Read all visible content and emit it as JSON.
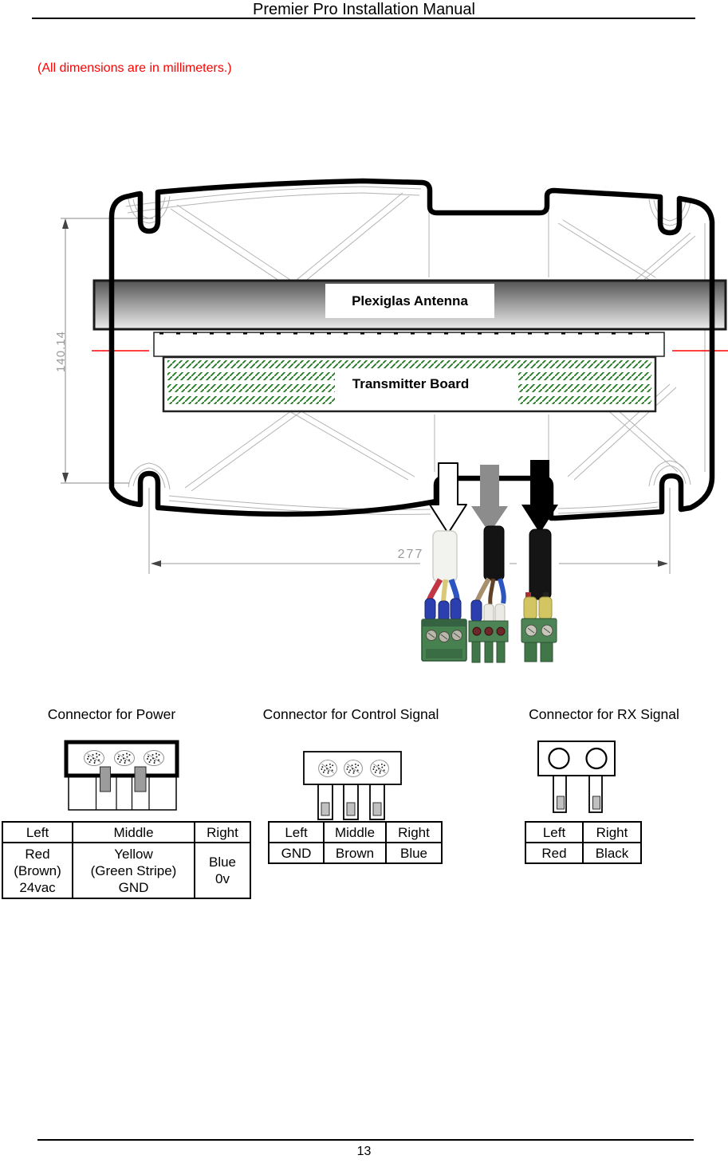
{
  "document": {
    "title": "Premier Pro Installation Manual",
    "note": "(All dimensions are in millimeters.)",
    "page_number": "13"
  },
  "diagram": {
    "antenna_label": "Plexiglas Antenna",
    "board_label": "Transmitter Board",
    "height_dimension": "140.14",
    "width_dimension": "277",
    "arrows": [
      {
        "name": "power-cable-arrow",
        "color": "#ffffff"
      },
      {
        "name": "control-cable-arrow",
        "color": "#8c8c8c"
      },
      {
        "name": "rx-cable-arrow",
        "color": "#000000"
      }
    ],
    "colors": {
      "note_red": "#ff0000",
      "centerline_red": "#ff0000",
      "hatch_green": "#1f7a1f",
      "terminal_block_green": "#4c8455",
      "crimp_blue": "#2b3fae",
      "crimp_yellow": "#d2c562"
    }
  },
  "connectors": [
    {
      "id": "power",
      "title": "Connector for Power",
      "table": {
        "headers": [
          "Left",
          "Middle",
          "Right"
        ],
        "rows": [
          [
            "Red\n(Brown)\n24vac",
            "Yellow\n(Green Stripe)\nGND",
            "Blue\n0v"
          ]
        ]
      }
    },
    {
      "id": "control",
      "title": "Connector for Control Signal",
      "table": {
        "headers": [
          "Left",
          "Middle",
          "Right"
        ],
        "rows": [
          [
            "GND",
            "Brown",
            "Blue"
          ]
        ]
      }
    },
    {
      "id": "rx",
      "title": "Connector for RX Signal",
      "table": {
        "headers": [
          "Left",
          "Right"
        ],
        "rows": [
          [
            "Red",
            "Black"
          ]
        ]
      }
    }
  ]
}
